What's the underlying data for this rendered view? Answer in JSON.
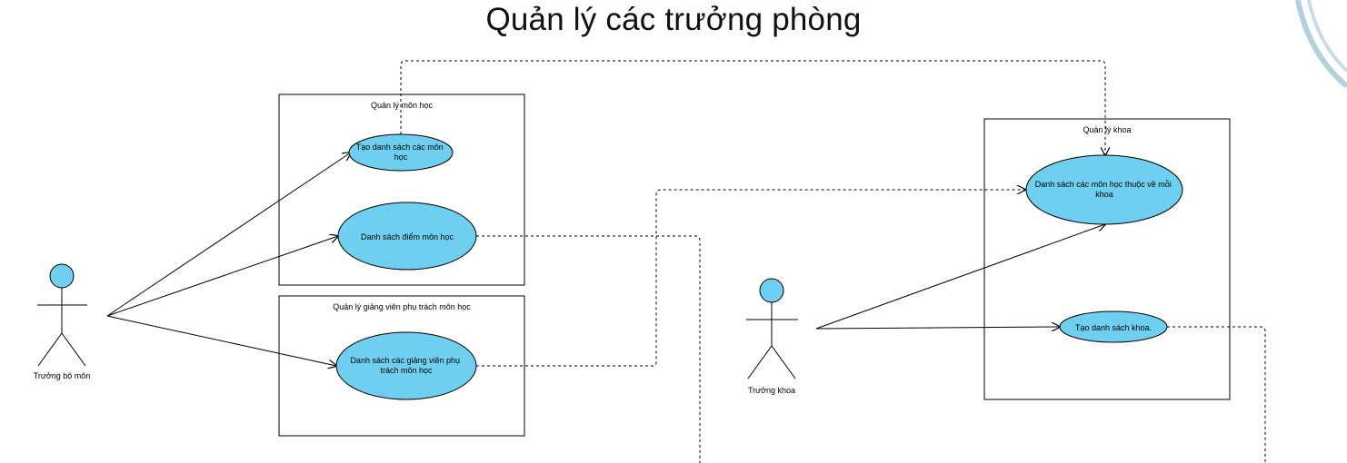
{
  "title": "Quản lý các trưởng phòng",
  "colors": {
    "usecase_fill": "#6ecff0",
    "actor_head_fill": "#6ecff0",
    "stroke": "#000000",
    "logo_arc": "#7fb3c8"
  },
  "icons": {
    "logo": "logo-arc-icon"
  },
  "actors": [
    {
      "id": "truong-bo-mon",
      "label": "Trưởng bộ môn"
    },
    {
      "id": "truong-khoa",
      "label": "Trưởng khoa"
    }
  ],
  "boundaries": [
    {
      "id": "quan-ly-mon-hoc",
      "label": "Quản lý môn học"
    },
    {
      "id": "quan-ly-giang-vien",
      "label": "Quản lý giảng viên phụ trách môn học"
    },
    {
      "id": "quan-ly-khoa",
      "label": "Quản lý khoa"
    }
  ],
  "usecases": [
    {
      "id": "tao-ds-mon-hoc",
      "lines": [
        "Tạo danh sách các môn",
        "học"
      ]
    },
    {
      "id": "ds-diem-mon-hoc",
      "lines": [
        "Danh sách điểm môn học"
      ]
    },
    {
      "id": "ds-giang-vien",
      "lines": [
        "Danh sách các giảng viên phụ",
        "trách môn học"
      ]
    },
    {
      "id": "ds-mon-hoc-khoa",
      "lines": [
        "Danh sách các môn học thuộc về mỗi",
        "khoa"
      ]
    },
    {
      "id": "tao-ds-khoa",
      "lines": [
        "Tạo danh sách khoa."
      ]
    }
  ]
}
